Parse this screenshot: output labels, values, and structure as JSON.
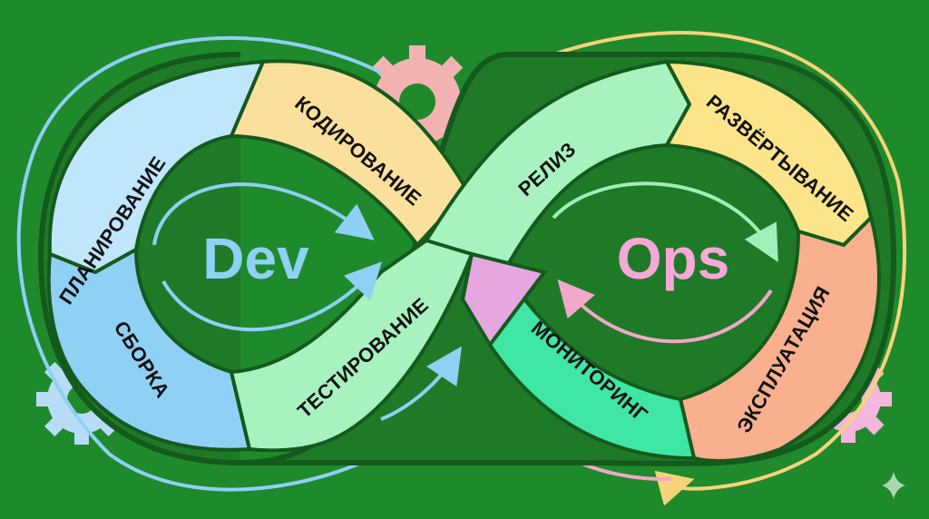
{
  "center": {
    "dev": "Dev",
    "ops": "Ops"
  },
  "stages": {
    "planning": "ПЛАНИРОВАНИЕ",
    "coding": "КОДИРОВАНИЕ",
    "build": "СБОРКА",
    "testing": "ТЕСТИРОВАНИЕ",
    "release": "РЕЛИЗ",
    "deploy": "РАЗВЁРТЫВАНИЕ",
    "operate": "ЭКСПЛУАТАЦИЯ",
    "monitor": "МОНИТОРИНГ"
  },
  "colors": {
    "background": "#1f8a2c",
    "planning": "#bfe6fb",
    "coding": "#fbe09d",
    "build": "#8fd0f5",
    "testing": "#a8f2c0",
    "release": "#a8f2c0",
    "deploy": "#fbe48a",
    "operate": "#f9b08f",
    "monitor": "#3fe6a4",
    "dev_text": "#8fd0f5",
    "ops_text": "#f7a8d8"
  }
}
